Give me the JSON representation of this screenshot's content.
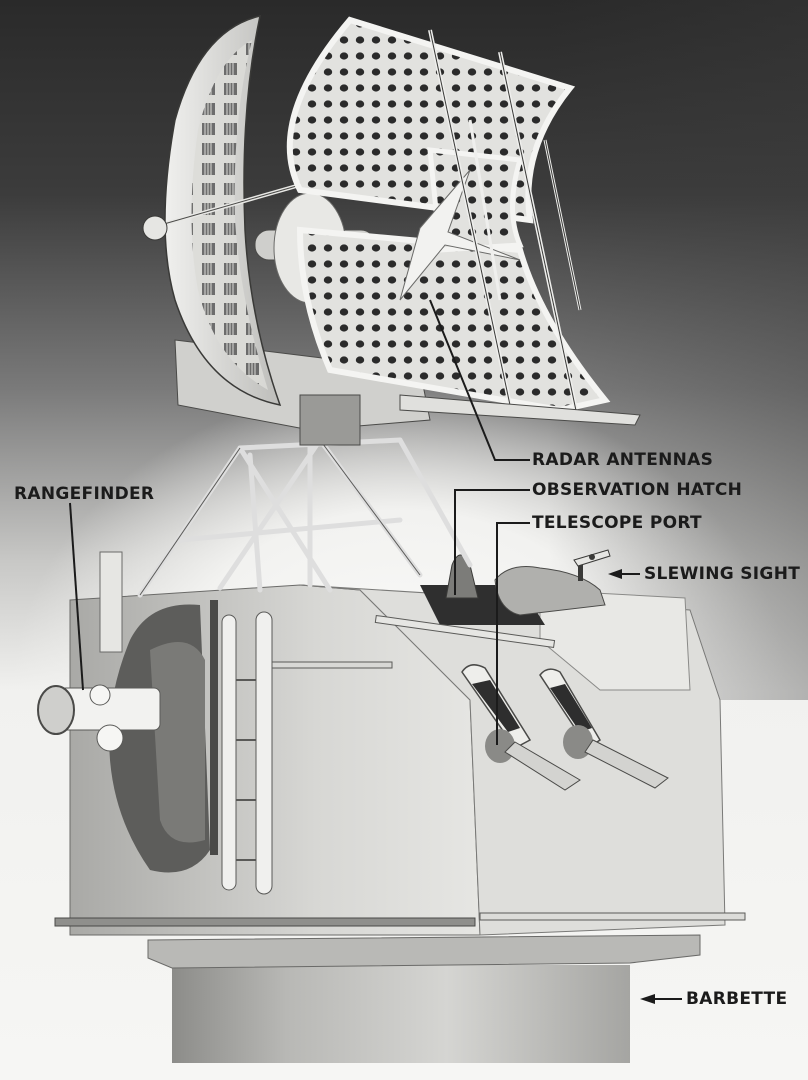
{
  "figure": {
    "subject": "Radar fire-control director on barbette",
    "colors": {
      "background_dark": "#2a2a2a",
      "background_light": "#f4f4f2",
      "housing": "#c9c9c6",
      "housing_shadow": "#9a9a97",
      "antenna_face": "#e2e2df",
      "antenna_holes": "#2b2b2b",
      "label_text": "#1b1b1b"
    }
  },
  "labels": {
    "radar_antennas": "RADAR ANTENNAS",
    "observation_hatch": "OBSERVATION HATCH",
    "telescope_port": "TELESCOPE PORT",
    "slewing_sight": "SLEWING SIGHT",
    "rangefinder": "RANGEFINDER",
    "barbette": "BARBETTE"
  }
}
